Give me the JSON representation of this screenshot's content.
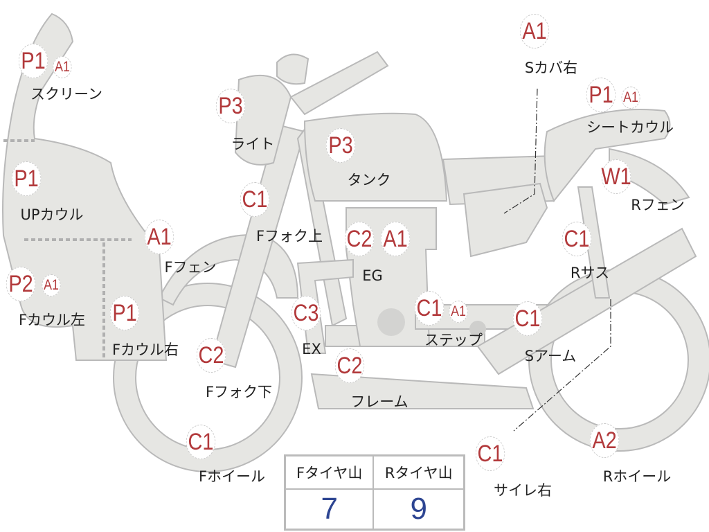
{
  "colors": {
    "badge": "#b2393b",
    "value": "#2d4592",
    "body": "#e6e6e3",
    "outline": "#b9b9b9"
  },
  "parts": [
    {
      "name": "screen",
      "label": "スクリーン",
      "badges": [
        "P1",
        "A1"
      ]
    },
    {
      "name": "light",
      "label": "ライト",
      "badges": [
        "P3"
      ]
    },
    {
      "name": "tank",
      "label": "タンク",
      "badges": [
        "P3"
      ]
    },
    {
      "name": "side-cover-right",
      "label": "Sカバ右",
      "badges": [
        "A1"
      ]
    },
    {
      "name": "seat-cowl",
      "label": "シートカウル",
      "badges": [
        "P1",
        "A1"
      ]
    },
    {
      "name": "rear-fender",
      "label": "Rフェン",
      "badges": [
        "W1"
      ]
    },
    {
      "name": "upper-cowl",
      "label": "UPカウル",
      "badges": [
        "P1"
      ]
    },
    {
      "name": "front-fork-upper",
      "label": "Fフォク上",
      "badges": [
        "C1"
      ]
    },
    {
      "name": "front-fender",
      "label": "Fフェン",
      "badges": [
        "A1"
      ]
    },
    {
      "name": "engine",
      "label": "EG",
      "badges": [
        "C2",
        "A1"
      ]
    },
    {
      "name": "rear-suspension",
      "label": "Rサス",
      "badges": [
        "C1"
      ]
    },
    {
      "name": "front-cowl-left",
      "label": "Fカウル左",
      "badges": [
        "P2",
        "A1"
      ]
    },
    {
      "name": "front-cowl-right",
      "label": "Fカウル右",
      "badges": [
        "P1"
      ]
    },
    {
      "name": "exhaust",
      "label": "EX",
      "badges": [
        "C3"
      ]
    },
    {
      "name": "step",
      "label": "ステップ",
      "badges": [
        "C1",
        "A1"
      ]
    },
    {
      "name": "swing-arm",
      "label": "Sアーム",
      "badges": [
        "C1"
      ]
    },
    {
      "name": "front-fork-lower",
      "label": "Fフォク下",
      "badges": [
        "C2"
      ]
    },
    {
      "name": "frame",
      "label": "フレーム",
      "badges": [
        "C2"
      ]
    },
    {
      "name": "front-wheel",
      "label": "Fホイール",
      "badges": [
        "C1"
      ]
    },
    {
      "name": "silencer-right",
      "label": "サイレ右",
      "badges": [
        "C1"
      ]
    },
    {
      "name": "rear-wheel",
      "label": "Rホイール",
      "badges": [
        "A2"
      ]
    }
  ],
  "tire_table": {
    "headers": [
      "Fタイヤ山",
      "Rタイヤ山"
    ],
    "values": [
      "7",
      "9"
    ]
  }
}
